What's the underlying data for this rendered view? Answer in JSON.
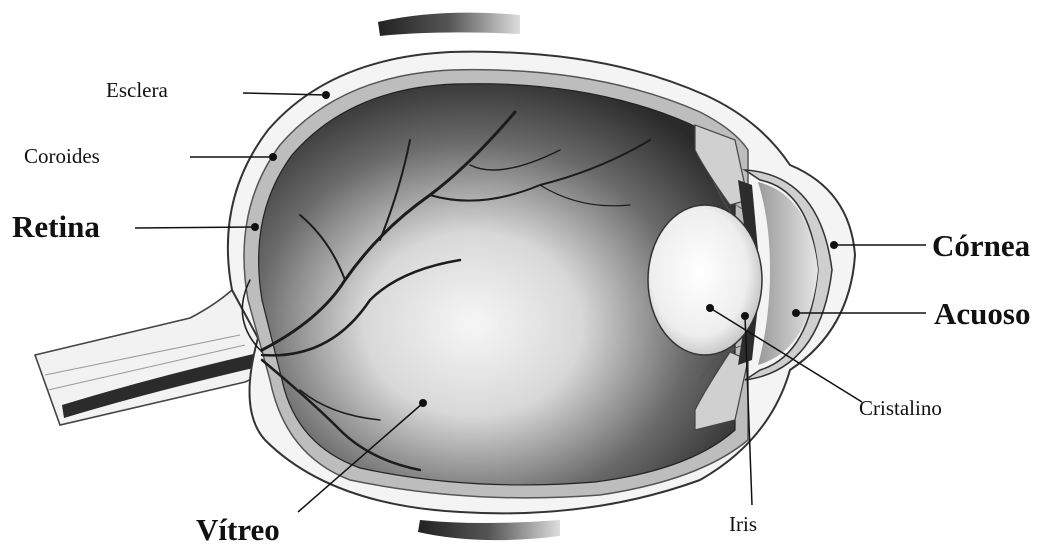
{
  "labels": {
    "esclera": "Esclera",
    "coroides": "Coroides",
    "retina": "Retina",
    "cornea": "Córnea",
    "acuoso": "Acuoso",
    "cristalino": "Cristalino",
    "iris": "Iris",
    "vitreo": "Vítreo"
  }
}
